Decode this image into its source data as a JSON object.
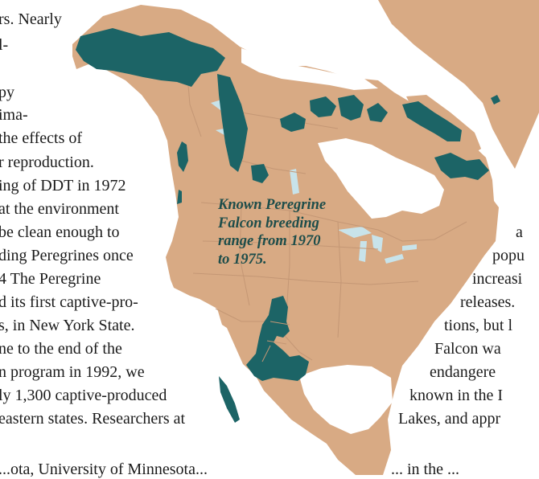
{
  "map": {
    "caption": [
      "Known Peregrine",
      "Falcon breeding",
      "range from 1970",
      "to 1975."
    ],
    "colors": {
      "land": "#d8aa84",
      "breeding_range": "#1c6466",
      "water": "#c8e3ea",
      "borders": "#c49775",
      "caption_text": "#1d4d4a"
    }
  },
  "left_column": {
    "lines": [
      "rs. Nearly",
      "l-",
      "py",
      "ima-",
      "the effects of",
      "r reproduction.",
      "ing of DDT in 1972",
      "at the environment",
      "be clean enough to",
      "ding Peregrines once",
      "4 The Peregrine",
      "d its first captive-pro-",
      "s, in New York State.",
      "ne to the end of the",
      "n program in 1992, we",
      "ly 1,300 captive-produced",
      "eastern states. Researchers at",
      "...ota, University of Minnesota..."
    ]
  },
  "right_column": {
    "lines": [
      "a",
      "popu",
      "increasi",
      "releases.",
      "tions, but l",
      "Falcon wa",
      "endangere",
      "known in the I",
      "Lakes, and appr",
      "... in the ..."
    ]
  }
}
